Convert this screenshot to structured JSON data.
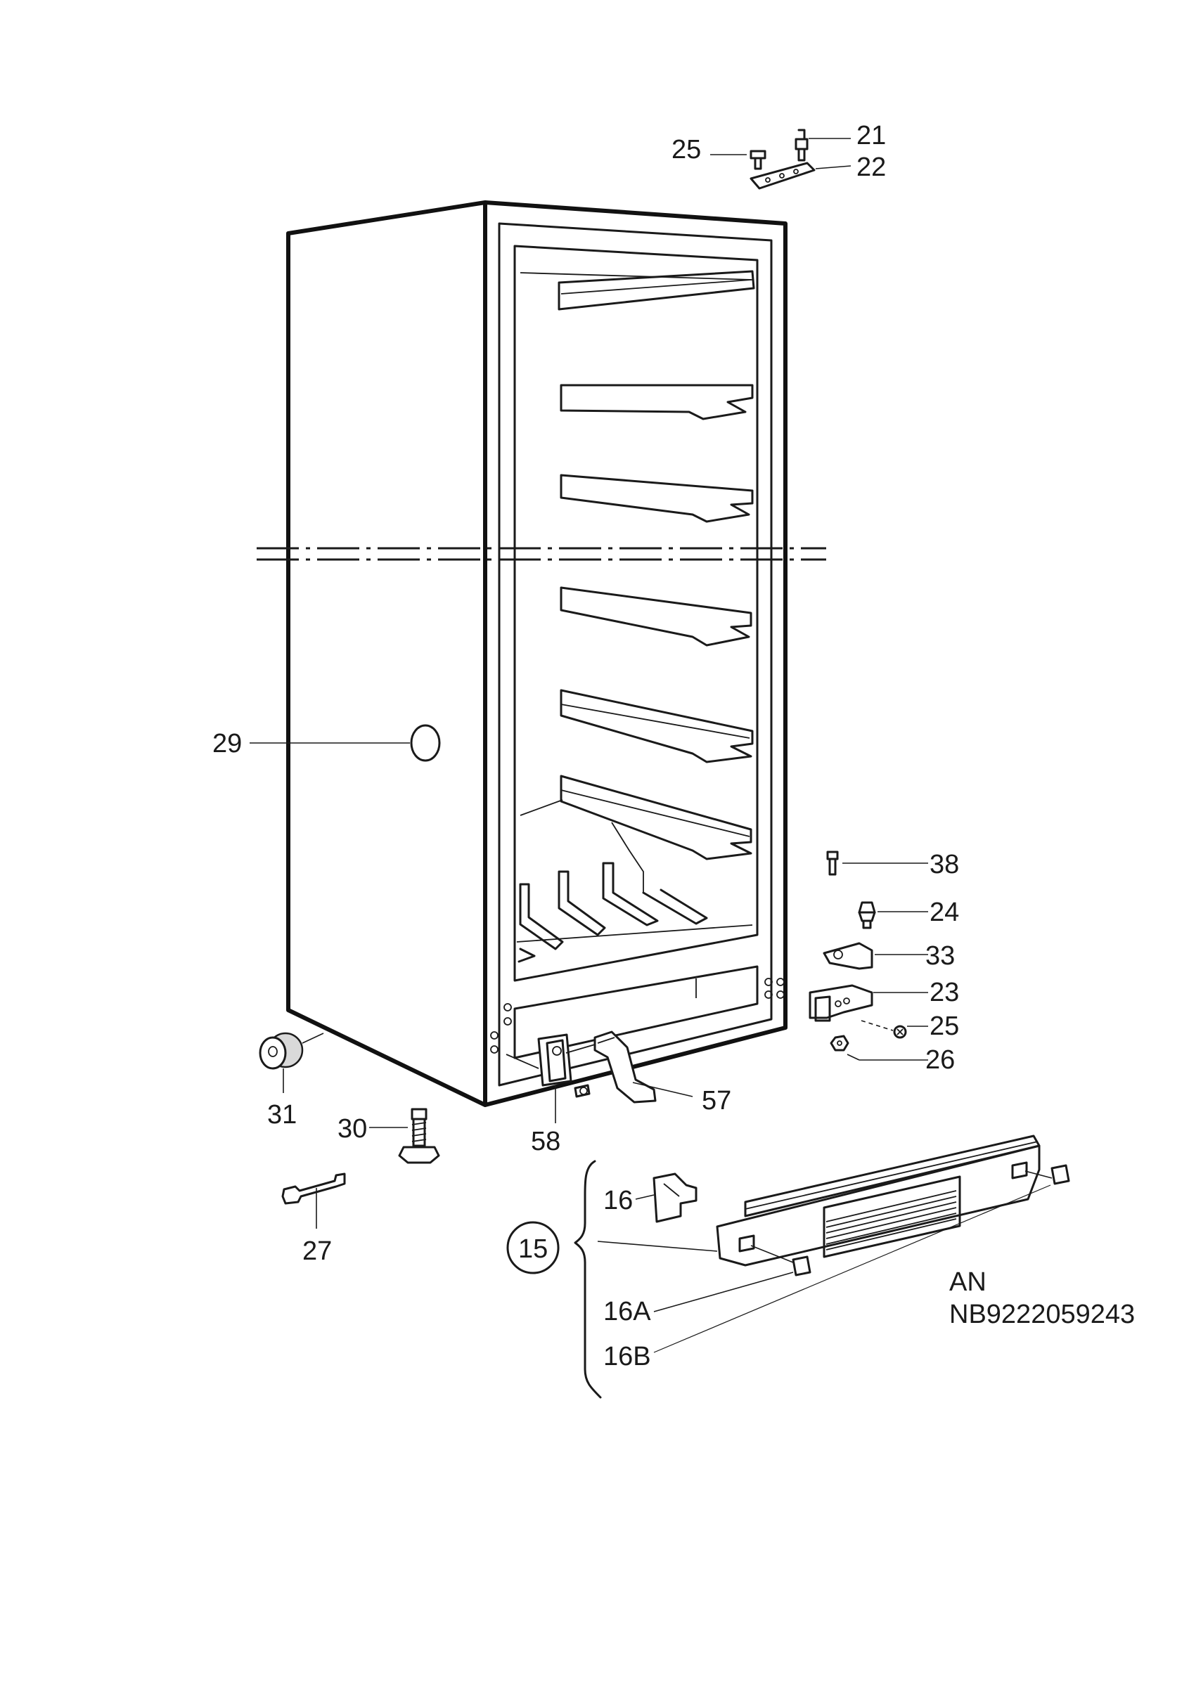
{
  "labels": {
    "p21": "21",
    "p22": "22",
    "p25_top": "25",
    "p29": "29",
    "p38": "38",
    "p24": "24",
    "p33": "33",
    "p23": "23",
    "p25_right": "25",
    "p26": "26",
    "p57": "57",
    "p58": "58",
    "p31": "31",
    "p30": "30",
    "p27": "27",
    "p16": "16",
    "p15": "15",
    "p16A": "16A",
    "p16B": "16B"
  },
  "reference": {
    "line1": "AN",
    "line2": "NB9222059243"
  }
}
